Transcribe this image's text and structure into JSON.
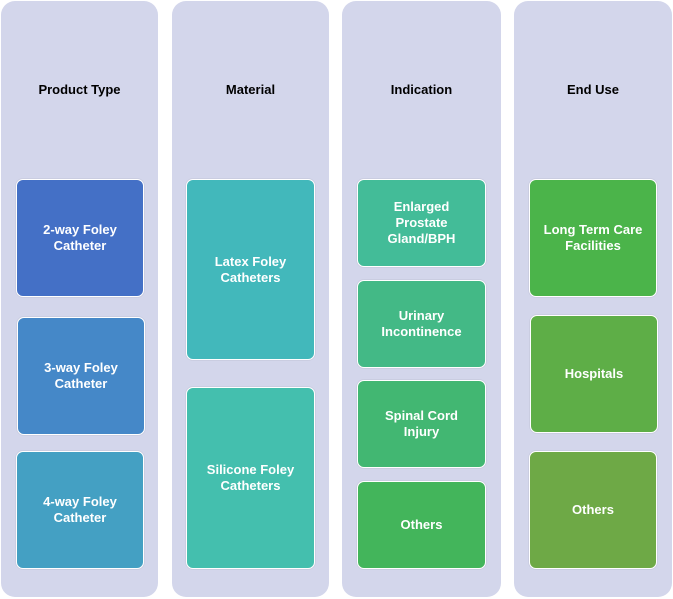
{
  "columns": [
    {
      "title": "Product Type",
      "items": [
        {
          "label": "2-way Foley\nCatheter",
          "color": "#4470c6"
        },
        {
          "label": "3-way Foley\nCatheter",
          "color": "#4588c8"
        },
        {
          "label": "4-way Foley\nCatheter",
          "color": "#44a0c3"
        }
      ]
    },
    {
      "title": "Material",
      "items": [
        {
          "label": "Latex Foley\nCatheters",
          "color": "#42b8bb"
        },
        {
          "label": "Silicone Foley\nCatheters",
          "color": "#44bfae"
        }
      ]
    },
    {
      "title": "Indication",
      "items": [
        {
          "label": "Enlarged Prostate\nGland/BPH",
          "color": "#43bc98"
        },
        {
          "label": "Urinary\nIncontinence",
          "color": "#43b986"
        },
        {
          "label": "Spinal Cord Injury",
          "color": "#42b772"
        },
        {
          "label": "Others",
          "color": "#43b55b"
        }
      ]
    },
    {
      "title": "End Use",
      "items": [
        {
          "label": "Long Term Care\nFacilities",
          "color": "#4bb44a"
        },
        {
          "label": "Hospitals",
          "color": "#5eae47"
        },
        {
          "label": "Others",
          "color": "#6ea946"
        }
      ]
    }
  ]
}
